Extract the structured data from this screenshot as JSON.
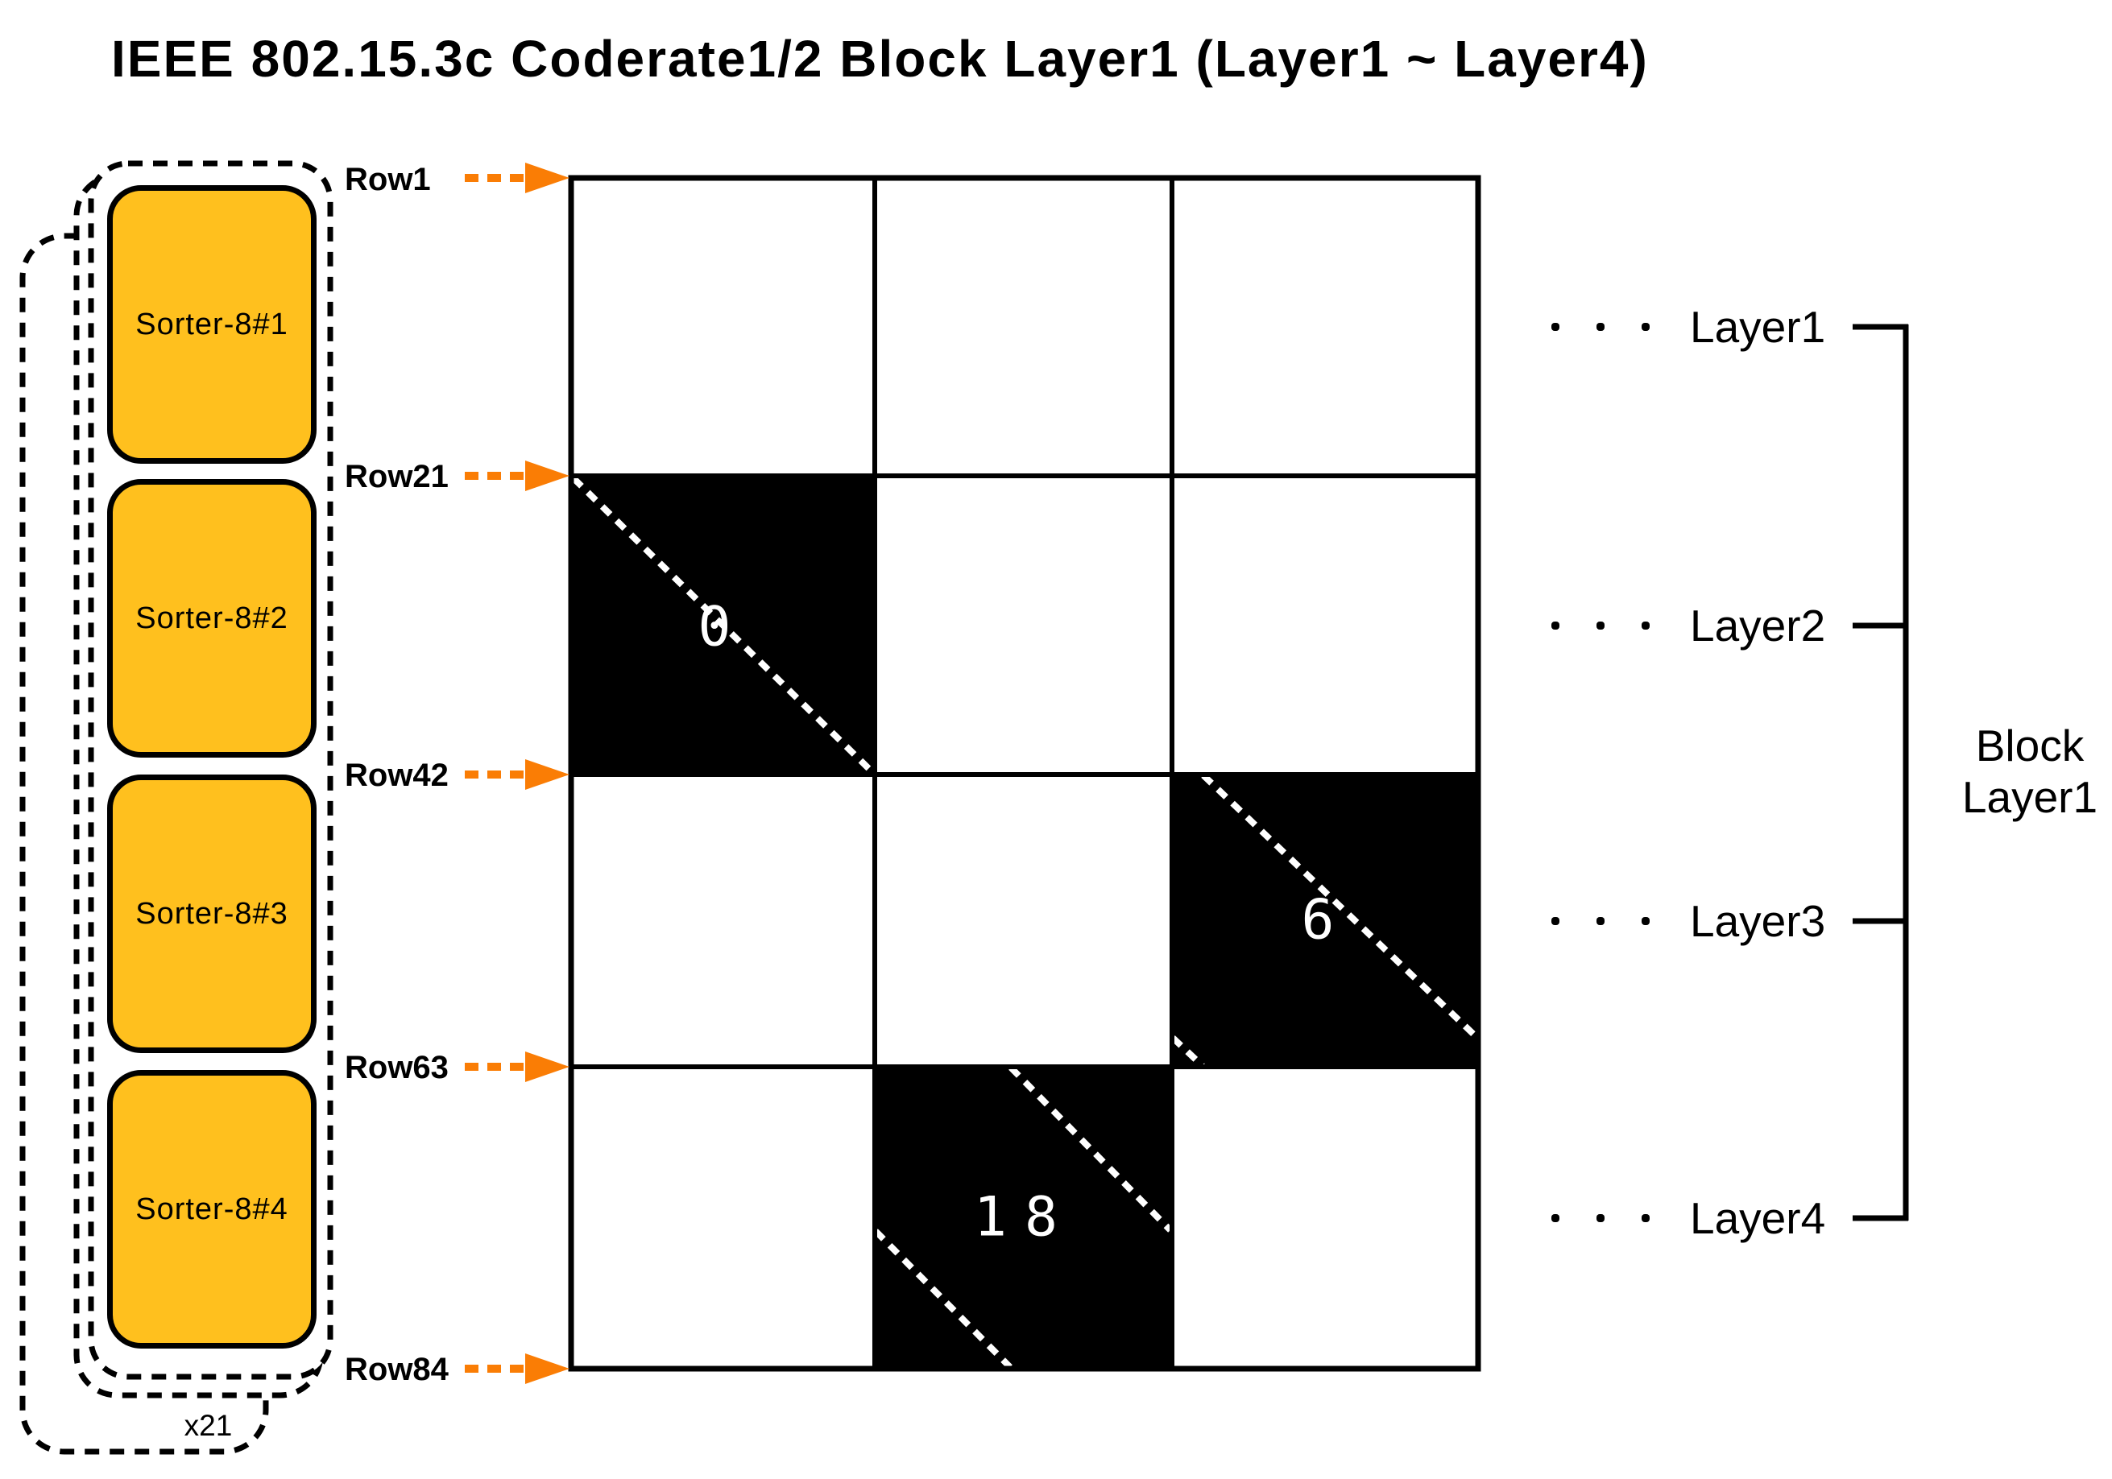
{
  "title": "IEEE 802.15.3c Coderate1/2 Block Layer1 (Layer1 ~ Layer4)",
  "sorter_stack": {
    "sorters": [
      {
        "label": "Sorter-8#1"
      },
      {
        "label": "Sorter-8#2"
      },
      {
        "label": "Sorter-8#3"
      },
      {
        "label": "Sorter-8#4"
      }
    ],
    "repeat_label": "x21"
  },
  "row_markers": [
    {
      "label": "Row1"
    },
    {
      "label": "Row21"
    },
    {
      "label": "Row42"
    },
    {
      "label": "Row63"
    },
    {
      "label": "Row84"
    }
  ],
  "matrix": {
    "rows": 4,
    "cols": 3,
    "black_cells": [
      {
        "row": 2,
        "col": 1,
        "shift": "0"
      },
      {
        "row": 3,
        "col": 3,
        "shift": "6"
      },
      {
        "row": 4,
        "col": 2,
        "shift": "18"
      }
    ]
  },
  "layers": [
    {
      "label": "Layer1"
    },
    {
      "label": "Layer2"
    },
    {
      "label": "Layer3"
    },
    {
      "label": "Layer4"
    }
  ],
  "block_label": {
    "line1": "Block",
    "line2": "Layer1"
  },
  "colors": {
    "sorter_fill": "#FFC01E",
    "arrow": "#FA7D05",
    "cell_fill": "#000000",
    "diagonal": "#FFFFFF"
  }
}
